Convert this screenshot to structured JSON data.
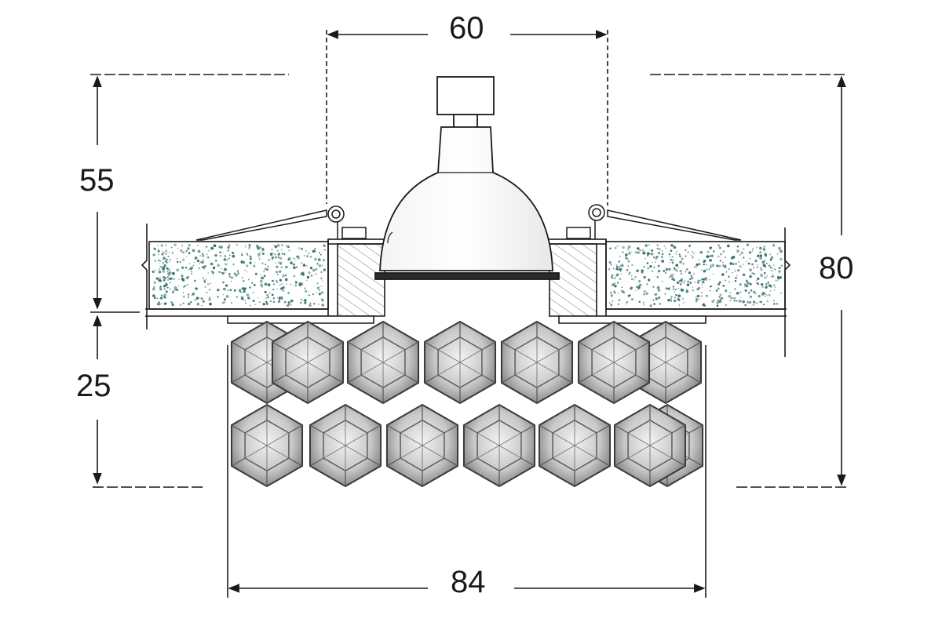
{
  "dimensions": {
    "top_width": "60",
    "height_above": "55",
    "total_height": "80",
    "height_below": "25",
    "bottom_width": "84"
  },
  "colors": {
    "line": "#1a1a1a",
    "speckle": "#2f6f68",
    "crystal_dark": "#5a5a5a",
    "crystal_light": "#e6e6e6",
    "background": "#ffffff"
  }
}
